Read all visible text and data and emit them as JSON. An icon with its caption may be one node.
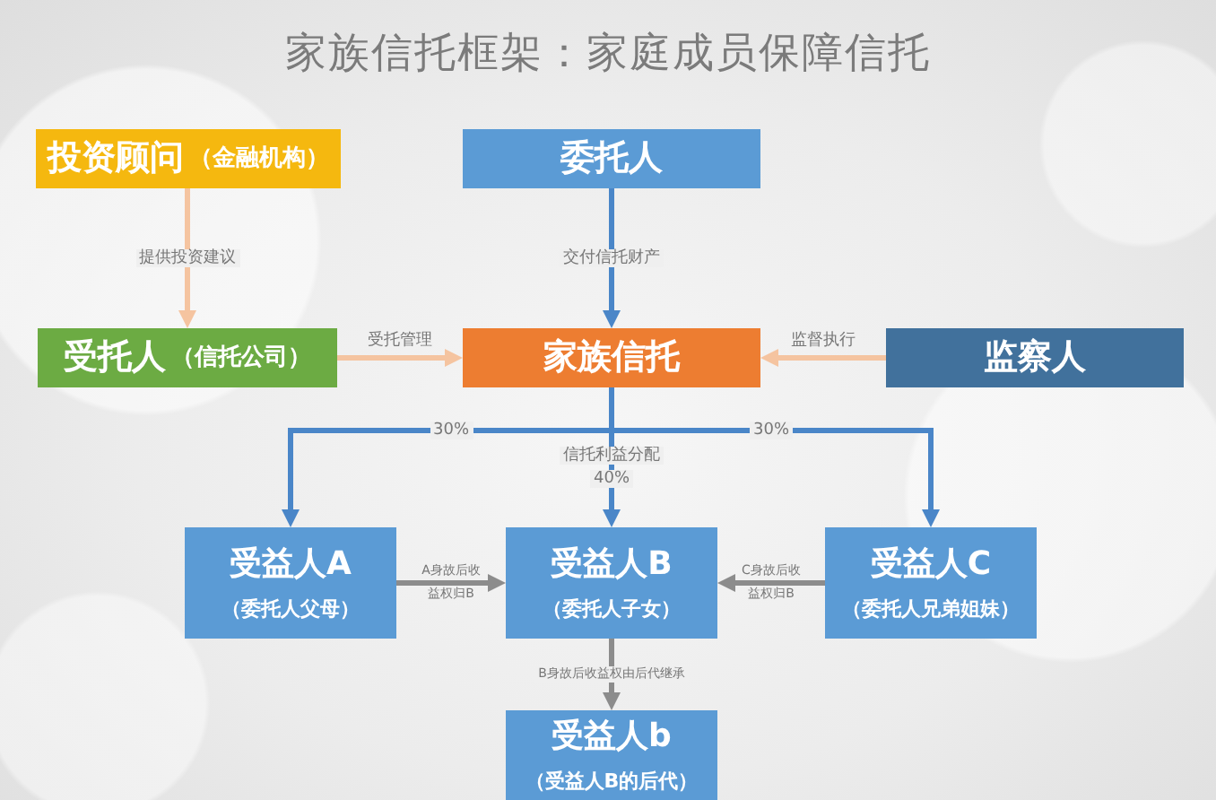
{
  "diagram": {
    "title": "家族信托框架：家庭成员保障信托",
    "nodes": [
      {
        "text": [
          "投资顾问",
          "（金融机构）"
        ]
      },
      {
        "text": [
          "委托人"
        ]
      },
      {
        "text": [
          "受托人",
          "（信托公司）"
        ]
      },
      {
        "text": [
          "家族信托"
        ]
      },
      {
        "text": [
          "监察人"
        ]
      },
      {
        "text": [
          "受益人A",
          "（委托人父母）"
        ]
      },
      {
        "text": [
          "受益人B",
          "（委托人子女）"
        ]
      },
      {
        "text": [
          "受益人C",
          "（委托人兄弟姐妹）"
        ]
      },
      {
        "text": [
          "受益人b",
          "（受益人B的后代）"
        ]
      }
    ],
    "edges": [
      {
        "from": 0,
        "to": 2,
        "arrow": "to",
        "label": "提供投资建议",
        "color": "#f5c4a0"
      },
      {
        "from": 1,
        "to": 3,
        "arrow": "to",
        "label": "交付信托财产"
      },
      {
        "from": 2,
        "to": 3,
        "arrow": "to",
        "label": "受托管理",
        "color": "#f5c4a0"
      },
      {
        "from": 4,
        "to": 3,
        "arrow": "to",
        "label": "监督执行",
        "color": "#f5c4a0"
      },
      {
        "from": 3,
        "to": 5,
        "arrow": "to",
        "label": "30%"
      },
      {
        "from": 3,
        "to": 6,
        "arrow": "to",
        "label": "40%"
      },
      {
        "from": 3,
        "to": 7,
        "arrow": "to",
        "label": "30%"
      },
      {
        "from": 5,
        "to": 6,
        "arrow": "to",
        "label": "A身故后收益权归B",
        "color": "#8c8c8c"
      },
      {
        "from": 7,
        "to": 6,
        "arrow": "to",
        "label": "C身故后收益权归B",
        "color": "#8c8c8c"
      },
      {
        "from": 6,
        "to": 8,
        "arrow": "to",
        "label": "B身故后收益权由后代继承",
        "color": "#8c8c8c"
      }
    ],
    "labels": [
      "信托利益分配"
    ]
  }
}
